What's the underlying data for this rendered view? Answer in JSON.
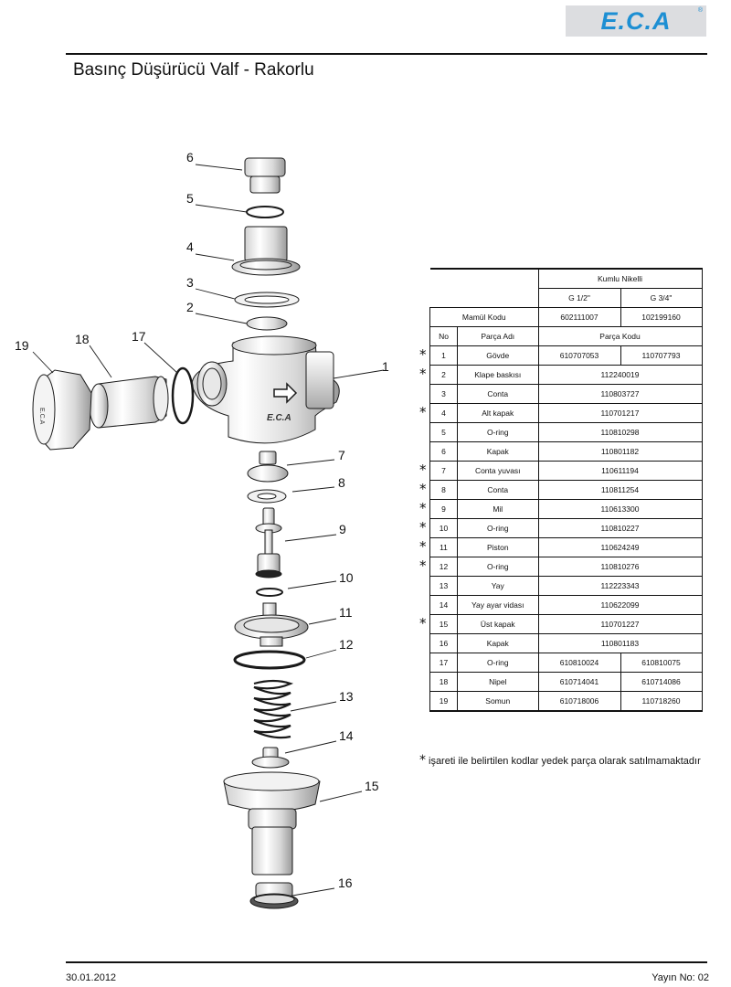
{
  "brand": {
    "logo_text": "E.C.A",
    "registered": "®"
  },
  "title": "Basınç Düşürücü Valf - Rakorlu",
  "callouts": {
    "n1": "1",
    "n2": "2",
    "n3": "3",
    "n4": "4",
    "n5": "5",
    "n6": "6",
    "n7": "7",
    "n8": "8",
    "n9": "9",
    "n10": "10",
    "n11": "11",
    "n12": "12",
    "n13": "13",
    "n14": "14",
    "n15": "15",
    "n16": "16",
    "n17": "17",
    "n18": "18",
    "n19": "19"
  },
  "table": {
    "finish_header": "Kumlu Nikelli",
    "size_1": "G 1/2\"",
    "size_2": "G 3/4\"",
    "product_code_label": "Mamül Kodu",
    "product_code_1": "602111007",
    "product_code_2": "102199160",
    "col_no": "No",
    "col_name": "Parça Adı",
    "col_code": "Parça Kodu",
    "rows": [
      {
        "no": "1",
        "name": "Gövde",
        "code1": "610707053",
        "code2": "110707793",
        "starred": true
      },
      {
        "no": "2",
        "name": "Klape baskısı",
        "code": "112240019",
        "starred": true
      },
      {
        "no": "3",
        "name": "Conta",
        "code": "110803727",
        "starred": false
      },
      {
        "no": "4",
        "name": "Alt kapak",
        "code": "110701217",
        "starred": true
      },
      {
        "no": "5",
        "name": "O-ring",
        "code": "110810298",
        "starred": false
      },
      {
        "no": "6",
        "name": "Kapak",
        "code": "110801182",
        "starred": false
      },
      {
        "no": "7",
        "name": "Conta yuvası",
        "code": "110611194",
        "starred": true
      },
      {
        "no": "8",
        "name": "Conta",
        "code": "110811254",
        "starred": true
      },
      {
        "no": "9",
        "name": "Mil",
        "code": "110613300",
        "starred": true
      },
      {
        "no": "10",
        "name": "O-ring",
        "code": "110810227",
        "starred": true
      },
      {
        "no": "11",
        "name": "Piston",
        "code": "110624249",
        "starred": true
      },
      {
        "no": "12",
        "name": "O-ring",
        "code": "110810276",
        "starred": true
      },
      {
        "no": "13",
        "name": "Yay",
        "code": "112223343",
        "starred": false
      },
      {
        "no": "14",
        "name": "Yay ayar vidası",
        "code": "110622099",
        "starred": false
      },
      {
        "no": "15",
        "name": "Üst kapak",
        "code": "110701227",
        "starred": true
      },
      {
        "no": "16",
        "name": "Kapak",
        "code": "110801183",
        "starred": false
      },
      {
        "no": "17",
        "name": "O-ring",
        "code1": "610810024",
        "code2": "610810075",
        "starred": false
      },
      {
        "no": "18",
        "name": "Nipel",
        "code1": "610714041",
        "code2": "610714086",
        "starred": false
      },
      {
        "no": "19",
        "name": "Somun",
        "code1": "610718006",
        "code2": "110718260",
        "starred": false
      }
    ]
  },
  "note": {
    "asterisk": "*",
    "text": "işareti ile belirtilen kodlar yedek parça olarak satılmamaktadır"
  },
  "footer": {
    "date": "30.01.2012",
    "version": "Yayın No: 02"
  },
  "colors": {
    "brand_blue": "#1d8fd3",
    "logo_bg": "#dcdde0",
    "ink": "#111111"
  },
  "icons": {
    "star_marker": "asterisk-icon"
  }
}
